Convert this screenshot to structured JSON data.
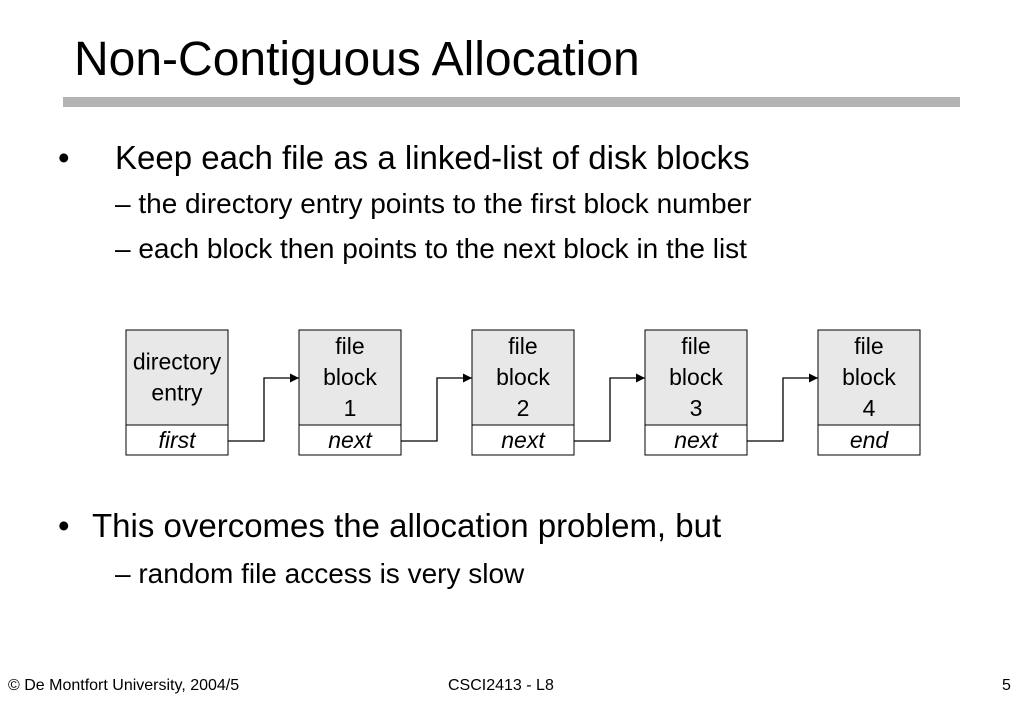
{
  "slide": {
    "title": "Non-Contiguous Allocation",
    "bullets": [
      {
        "marker": "•",
        "text": "Keep each file as a linked-list of disk blocks",
        "subs": [
          "– the directory entry points to the first block number",
          "– each block then points to the next block in the list"
        ]
      },
      {
        "marker": "•",
        "text": "This overcomes the allocation problem, but",
        "subs": [
          "– random file access is very slow"
        ]
      }
    ]
  },
  "diagram": {
    "nodes": [
      {
        "label_lines": [
          "directory",
          "entry"
        ],
        "pointer": "first"
      },
      {
        "label_lines": [
          "file",
          "block",
          "1"
        ],
        "pointer": "next"
      },
      {
        "label_lines": [
          "file",
          "block",
          "2"
        ],
        "pointer": "next"
      },
      {
        "label_lines": [
          "file",
          "block",
          "3"
        ],
        "pointer": "next"
      },
      {
        "label_lines": [
          "file",
          "block",
          "4"
        ],
        "pointer": "end"
      }
    ]
  },
  "footer": {
    "left": "© De Montfort University, 2004/5",
    "center": "CSCI2413 - L8",
    "page_number": "5"
  }
}
